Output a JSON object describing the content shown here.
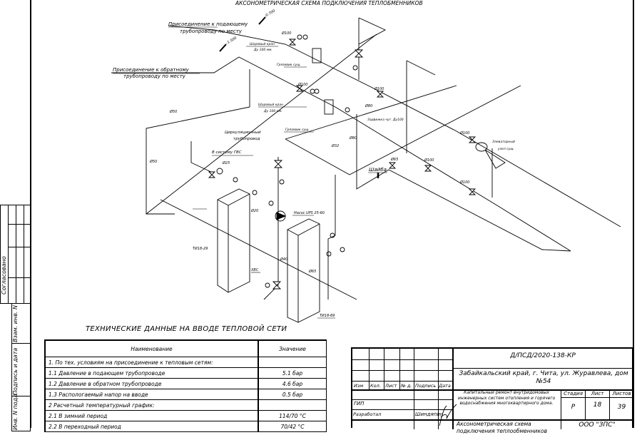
{
  "drawing": {
    "title": "АКСОНОМЕТРИЧЕСКАЯ СХЕМА ПОДКЛЮЧЕНИЯ ТЕПЛОБМЕННИКОВ",
    "callouts": {
      "supply_connection_1": "Присоединение к подающему",
      "supply_connection_2": "трубопроводу по месту",
      "return_connection_1": "Присоединение к обратному",
      "return_connection_2": "трубопроводу по месту",
      "ball_valve_1a": "Шаровый кран",
      "ball_valve_1b": "Ду 100 мм.",
      "ball_valve_2a": "Шаровый кран",
      "ball_valve_2b": "Ду 100 мм.",
      "mud_trap_1": "Грязевик сущ.",
      "mud_trap_2": "Грязевик сущ.",
      "gate_valve": "Задвижка чуг. Ду100",
      "elevator_1": "Элеваторный",
      "elevator_2": "узел сущ.",
      "washer": "Шайба",
      "circulation_1": "Циркуляционный",
      "circulation_2": "трубопровод",
      "dhw_system": "В систему ГВС",
      "pump": "Насос UPS 25-60",
      "hx_1": "ТИ18-29",
      "hx_2": "ТИ18-69",
      "cold_water": "ХВС",
      "level_1": "-0.700",
      "level_2": "-1.500"
    },
    "pipe_labels": [
      "Ø100",
      "Ø100",
      "Ø100",
      "Ø100",
      "Ø100",
      "Ø100",
      "Ø80",
      "Ø80",
      "Ø65",
      "Ø50",
      "Ø50",
      "Ø25",
      "Ø32",
      "Ø40",
      "Ø20",
      "Ø65"
    ]
  },
  "left_stamp": {
    "agreed": "Согласовано",
    "replaced_inv": "Взам. инв. N",
    "signature_date": "Подпись и дата",
    "inv_original": "Инв. N подл."
  },
  "tech_table": {
    "title": "ТЕХНИЧЕСКИЕ ДАННЫЕ НА ВВОДЕ ТЕПЛОВОЙ СЕТИ",
    "headers": [
      "Наименование",
      "Значение"
    ],
    "rows": [
      [
        "1. По тех. условиям на присоединение к тепловым сетям:",
        ""
      ],
      [
        "1.1 Давление в подающем трубопроводе",
        "5.1 бар"
      ],
      [
        "1.2 Давление в обратном трубопроводе",
        "4.6 бар"
      ],
      [
        "1.3 Распологаемый напор на вводе",
        "0.5 бар"
      ],
      [
        "2 Расчетный температурный график:",
        ""
      ],
      [
        "2.1 В зимний период",
        "114/70 °С"
      ],
      [
        "2.2 В переходный период",
        "70/42 °С"
      ]
    ]
  },
  "title_block": {
    "code": "Д/ПСД/2020-138-КР",
    "address": "Забайкальский край, г. Чита, ул. Журавлева, дом №54",
    "columns": [
      "Изм",
      "Кол.",
      "Лист",
      "№ д.",
      "Подпись",
      "Дата"
    ],
    "project": "Капитальный ремонт внутридомовых инженерных систем отопления и горячего водоснабжения многоквартирного дома.",
    "stage_label": "Стадия",
    "sheet_label": "Лист",
    "sheets_label": "Листов",
    "stage": "Р",
    "sheet": "18",
    "sheets": "39",
    "gip_label": "ГИП",
    "developed_label": "Разработал",
    "developer": "Шиндяпин",
    "sheet_title": "Аксонометрическая схема подключения теплообменников",
    "company": "ООО \"ЗПС\""
  }
}
